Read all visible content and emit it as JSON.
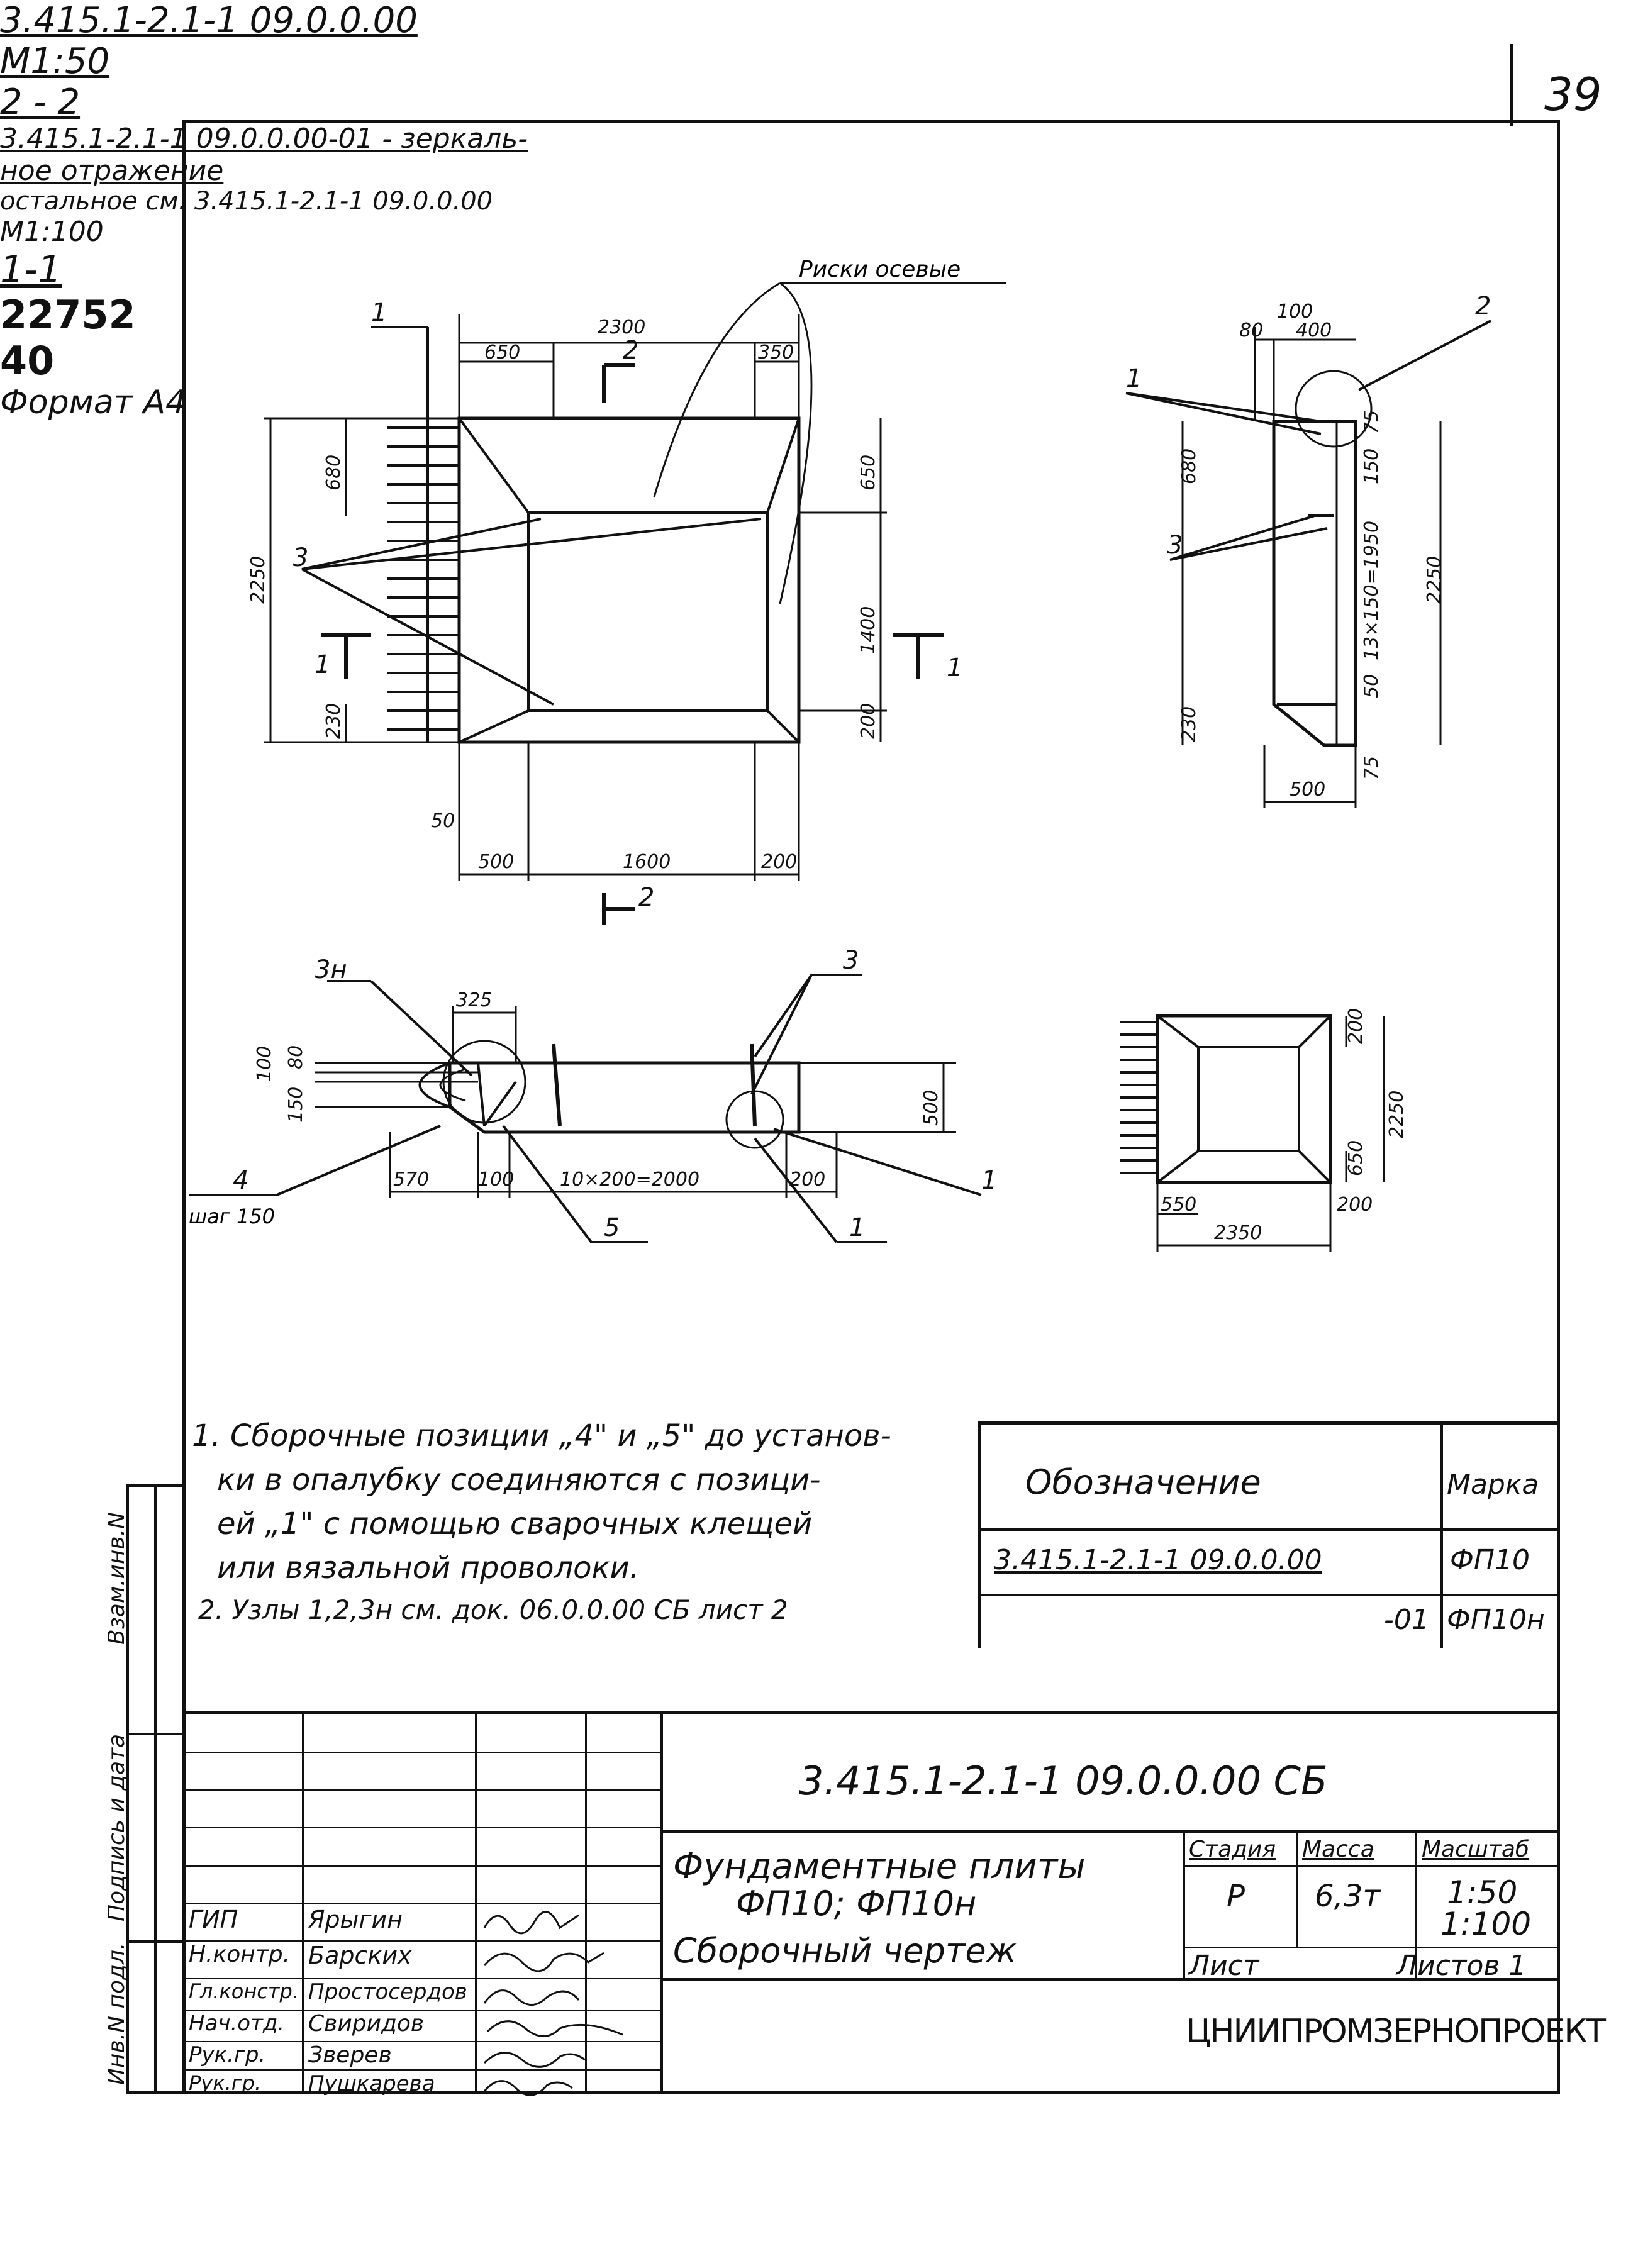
{
  "sheet": {
    "page_number": "39",
    "bottom_number": "22752",
    "bottom_page": "40",
    "format": "Формат А4"
  },
  "drawing": {
    "code": "3.415.1-2.1-1 09.0.0.00",
    "scale": "М1:50",
    "section_22_title": "2 - 2",
    "section_11_title": "1-1",
    "axis_marks_label": "Риски осевые",
    "mirror_note_line1": "3.415.1-2.1-1 09.0.0.00-01 - зеркаль-",
    "mirror_note_line2": "ное отражение",
    "mirror_note_line3": "остальное см. 3.415.1-2.1-1 09.0.0.00",
    "mirror_scale": "М1:100"
  },
  "plan_dims": {
    "d2300": "2300",
    "d650": "650",
    "d350": "350",
    "d680": "680",
    "d2250": "2250",
    "d230": "230",
    "d650r": "650",
    "d1400": "1400",
    "d200r": "200",
    "d50": "50",
    "d500": "500",
    "d1600": "1600",
    "d200b": "200",
    "pos1": "1",
    "pos3": "3",
    "sec2": "2",
    "sec1": "1"
  },
  "sec22_dims": {
    "d100": "100",
    "d80": "80",
    "d400": "400",
    "pos2": "2",
    "pos1": "1",
    "pos3": "3",
    "d680": "680",
    "d230": "230",
    "d75t": "75",
    "d150a": "150",
    "d13x150": "13×150=1950",
    "d50": "50",
    "d75b": "75",
    "d2250": "2250",
    "d500": "500"
  },
  "sec11_dims": {
    "pos3h": "3н",
    "d325": "325",
    "pos3": "3",
    "d100": "100",
    "d80": "80",
    "d150": "150",
    "d500": "500",
    "pos4": "4",
    "step": "шаг 150",
    "d570": "570",
    "d100b": "100",
    "d10x200": "10×200=2000",
    "d200": "200",
    "pos1a": "1",
    "pos5": "5",
    "pos1b": "1"
  },
  "small_plan_dims": {
    "d200t": "200",
    "d2250": "2250",
    "d650": "650",
    "d550": "550",
    "d200b": "200",
    "d2350": "2350"
  },
  "notes": [
    "1. Сборочные позиции „4\" и „5\" до установ-",
    "ки в опалубку соединяются с позици-",
    "ей „1\" с помощью сварочных клещей",
    "или вязальной проволоки.",
    "2. Узлы 1,2,3н см. док. 06.0.0.00 СБ лист 2"
  ],
  "spec_table": {
    "header_designation": "Обозначение",
    "header_mark": "Марка",
    "rows": [
      {
        "designation": "3.415.1-2.1-1 09.0.0.00",
        "mark": "ФП10"
      },
      {
        "designation": "-01",
        "mark": "ФП10н"
      }
    ]
  },
  "side_stamp": {
    "inv_orig": "Инв.N подл.",
    "sign_date": "Подпись и дата",
    "replace_inv": "Взам.инв.N"
  },
  "title_block": {
    "doc_code": "3.415.1-2.1-1 09.0.0.00 СБ",
    "title_line1": "Фундаментные плиты",
    "title_line2": "ФП10; ФП10н",
    "title_line3": "Сборочный чертеж",
    "stage_label": "Стадия",
    "mass_label": "Масса",
    "scale_label": "Масштаб",
    "stage_value": "Р",
    "mass_value": "6,3т",
    "scale_value1": "1:50",
    "scale_value2": "1:100",
    "sheet_label": "Лист",
    "sheets_label": "Листов 1",
    "organization": "ЦНИИПРОМЗЕРНОПРОЕКТ",
    "signers": [
      {
        "role": "ГИП",
        "name": "Ярыгин"
      },
      {
        "role": "Н.контр.",
        "name": "Барских"
      },
      {
        "role": "Гл.констр.",
        "name": "Простосердов"
      },
      {
        "role": "Нач.отд.",
        "name": "Свиридов"
      },
      {
        "role": "Рук.гр.",
        "name": "Зверев"
      },
      {
        "role": "Рук.гр.",
        "name": "Пушкарева"
      }
    ]
  }
}
